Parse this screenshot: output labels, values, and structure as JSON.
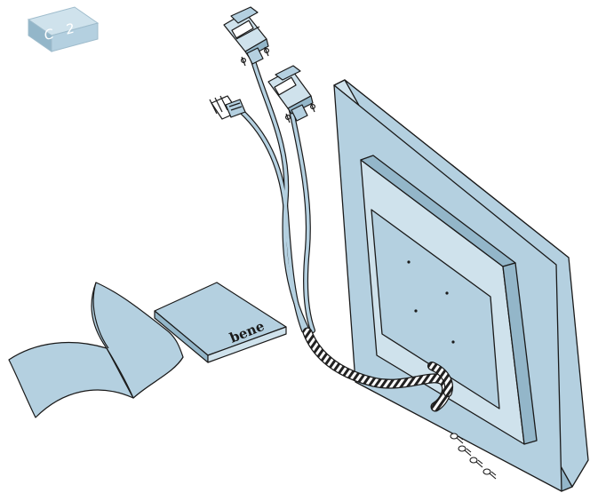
{
  "illustration": {
    "tag": {
      "label": "C 2"
    },
    "booklet": {
      "logo_text": "bene"
    },
    "colors": {
      "part_fill": "#b4d0e0",
      "part_fill_light": "#cfe2ec",
      "part_fill_dark": "#93b6c9",
      "outline": "#1a1a1a",
      "cable_stripe": "#222222"
    },
    "icons": [
      "vga-connector-icon",
      "vga-connector-icon",
      "rj45-plug-icon",
      "screw-icon"
    ],
    "parts": [
      "label-tag",
      "video-cables",
      "monitor-panel",
      "manual-booklet",
      "cd-case",
      "mounting-screws"
    ]
  }
}
